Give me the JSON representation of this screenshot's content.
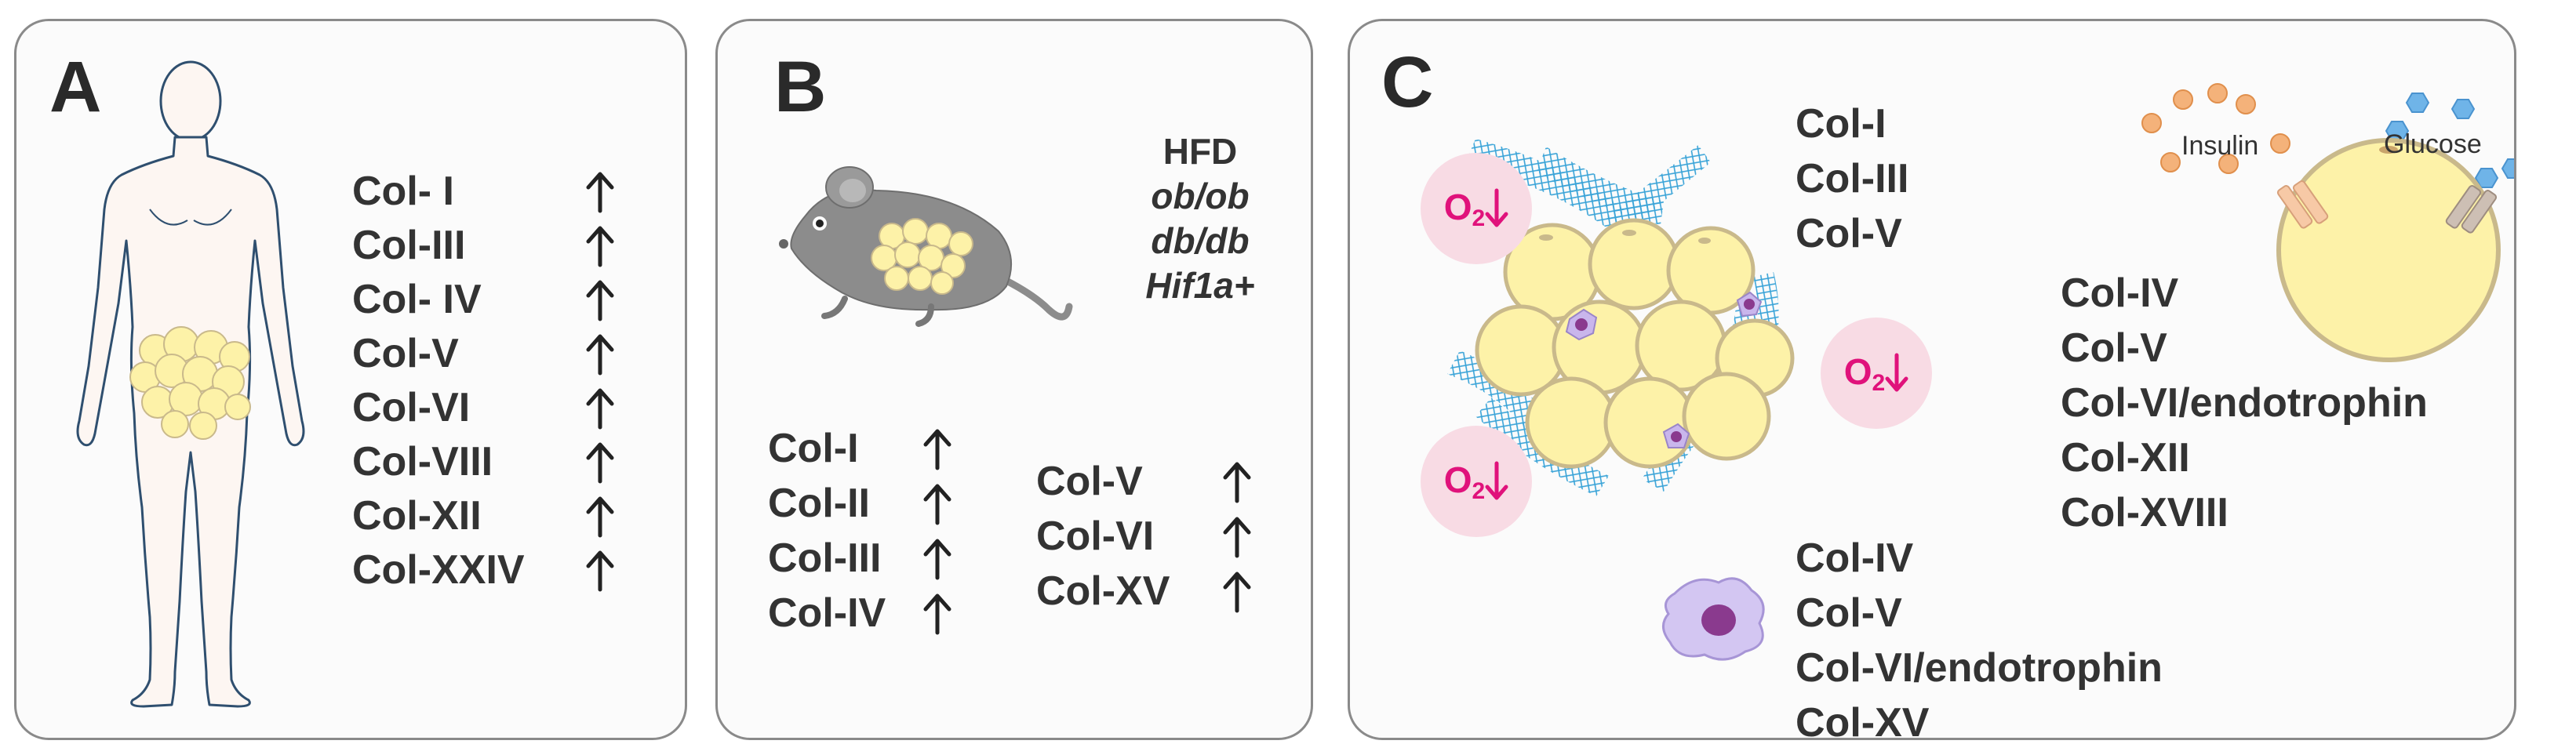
{
  "colors": {
    "panel_border": "#8a8a8a",
    "panel_fill": "#fbfbfb",
    "text": "#333333",
    "adipocyte_fill": "#fdf2a8",
    "adipocyte_stroke": "#c9b98b",
    "fiber": "#2f9fd6",
    "o2_bubble": "#f8dbe4",
    "o2_text": "#e0127b",
    "immune_cell": "#c9b6ec",
    "immune_nucleus": "#8a3a8e",
    "insulin": "#f4b27a",
    "glucose": "#6fb4e8",
    "mouse": "#8c8c8c",
    "body_outline": "#2f4f6f"
  },
  "panel_a": {
    "letter": "A",
    "collagens": [
      "Col- I",
      "Col-III",
      "Col- IV",
      "Col-V",
      "Col-VI",
      "Col-VIII",
      "Col-XII",
      "Col-XXIV"
    ],
    "arrow_icon": "up-arrow-icon"
  },
  "panel_b": {
    "letter": "B",
    "models": [
      "HFD",
      "ob/ob",
      "db/db",
      "Hif1a+"
    ],
    "collagens_left": [
      "Col-I",
      "Col-II",
      "Col-III",
      "Col-IV"
    ],
    "collagens_right": [
      "Col-V",
      "Col-VI",
      "Col-XV"
    ],
    "arrow_icon": "up-arrow-icon"
  },
  "panel_c": {
    "letter": "C",
    "o2_label": "O",
    "o2_sub": "2",
    "fibrosis_collagens": [
      "Col-I",
      "Col-III",
      "Col-V"
    ],
    "immune_collagens": [
      "Col-IV",
      "Col-V",
      "Col-VI/endotrophin",
      "Col-XV"
    ],
    "adipocyte_collagens": [
      "Col-IV",
      "Col-V",
      "Col-VI/endotrophin",
      "Col-XII",
      "Col-XVIII"
    ],
    "insulin_label": "Insulin",
    "glucose_label": "Glucose"
  }
}
